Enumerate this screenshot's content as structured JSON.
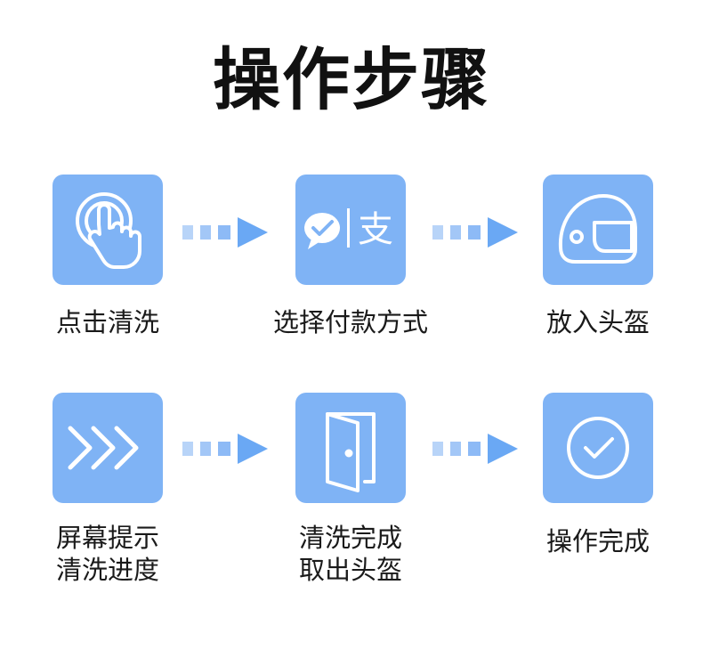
{
  "title": "操作步骤",
  "steps": [
    {
      "icon": "tap-hand-icon",
      "lines": [
        "点击清洗"
      ]
    },
    {
      "icon": "wechat-alipay-icon",
      "lines": [
        "选择付款方式"
      ],
      "icon_text": "支"
    },
    {
      "icon": "helmet-icon",
      "lines": [
        "放入头盔"
      ]
    },
    {
      "icon": "chevrons-right-icon",
      "lines": [
        "屏幕提示",
        "清洗进度"
      ]
    },
    {
      "icon": "open-door-icon",
      "lines": [
        "清洗完成",
        "取出头盔"
      ]
    },
    {
      "icon": "check-circle-icon",
      "lines": [
        "操作完成"
      ]
    }
  ],
  "colors": {
    "tile": "#7fb3f5",
    "arrow": "#6aa8f4",
    "arrow_light": "#a9ccf8"
  }
}
